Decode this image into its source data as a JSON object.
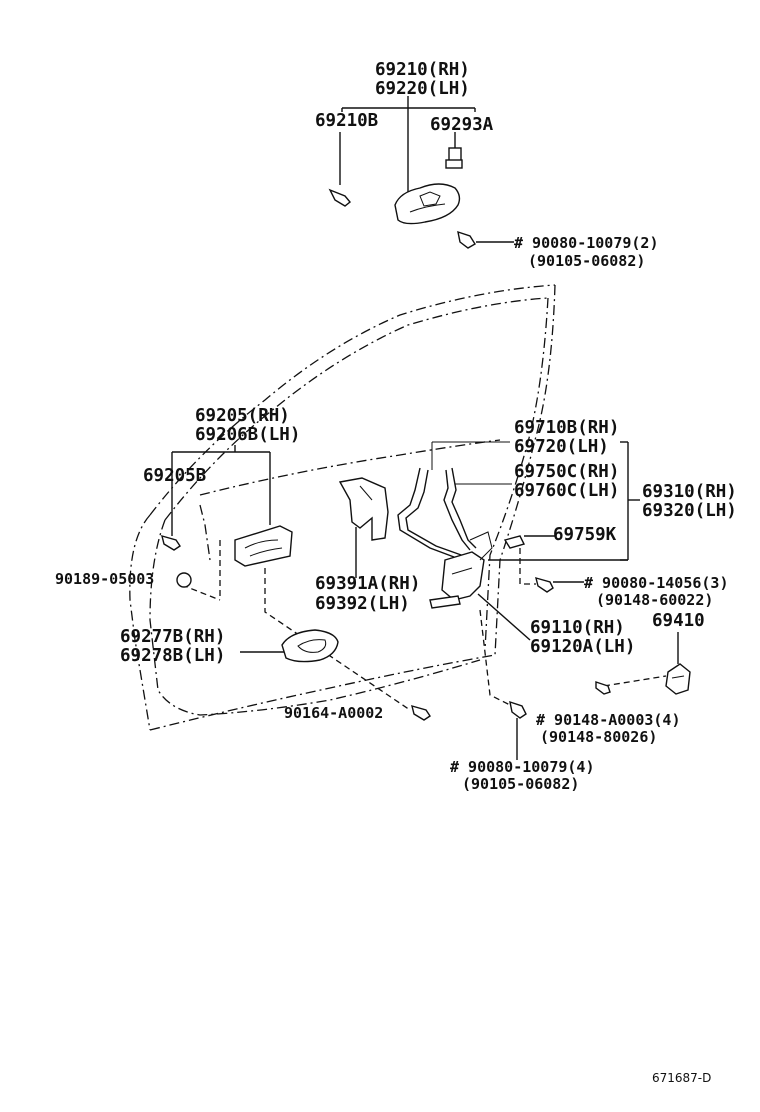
{
  "diagram": {
    "labels": {
      "rh_69210": "69210(RH)",
      "lh_69220": "69220(LH)",
      "p69210B": "69210B",
      "p69293A": "69293A",
      "bolt1_main": "# 90080-10079(2)",
      "bolt1_alt": "(90105-06082)",
      "rh_69205": "69205(RH)",
      "lh_69206B": "69206B(LH)",
      "p69205B": "69205B",
      "p90189": "90189-05003",
      "rh_69277B": "69277B(RH)",
      "lh_69278B": "69278B(LH)",
      "p90164": "90164-A0002",
      "rh_69391A": "69391A(RH)",
      "lh_69392": "69392(LH)",
      "rh_69710B": "69710B(RH)",
      "lh_69720": "69720(LH)",
      "rh_69750C": "69750C(RH)",
      "lh_69760C": "69760C(LH)",
      "rh_69310": "69310(RH)",
      "lh_69320": "69320(LH)",
      "p69759K": "69759K",
      "bolt2_main": "# 90080-14056(3)",
      "bolt2_alt": "(90148-60022)",
      "rh_69110": "69110(RH)",
      "lh_69120A": "69120A(LH)",
      "p69410": "69410",
      "bolt3_main": "# 90148-A0003(4)",
      "bolt3_alt": "(90148-80026)",
      "bolt4_main": "# 90080-10079(4)",
      "bolt4_alt": "(90105-06082)"
    },
    "reference_code": "671687-D"
  }
}
